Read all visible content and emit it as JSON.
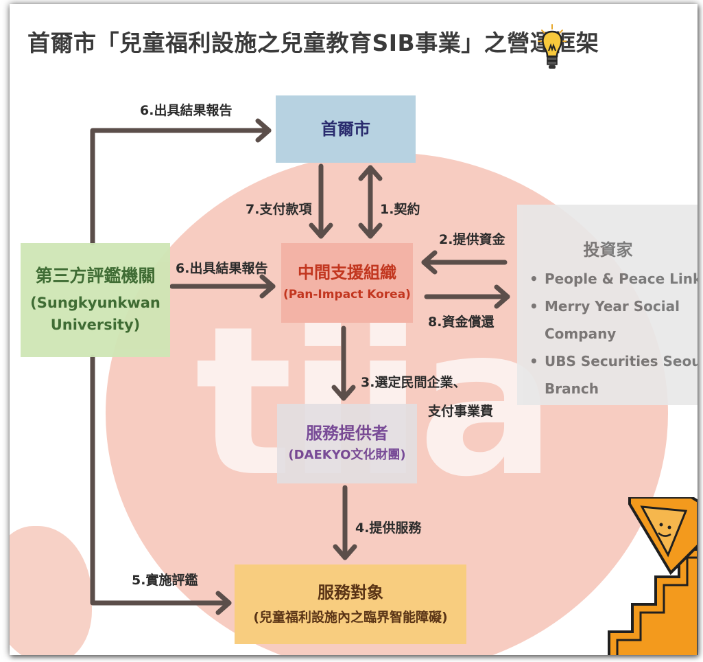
{
  "title": "首爾市「兒童福利設施之兒童教育SIB事業」之營運框架",
  "nodes": {
    "seoul": {
      "label": "首爾市"
    },
    "evaluator": {
      "label": "第三方評鑑機關",
      "sub_1": "(Sungkyunkwan",
      "sub_2": "University)"
    },
    "intermediary": {
      "label": "中間支援組織",
      "sub": "(Pan-Impact Korea)"
    },
    "provider": {
      "label": "服務提供者",
      "sub": "(DAEKYO文化財團)"
    },
    "target": {
      "label": "服務對象",
      "sub": "(兒童福利設施內之臨界智能障礙)"
    },
    "investors": {
      "label": "投資家",
      "items": [
        "People & Peace Link",
        "Merry Year Social Company",
        "UBS Securities Seoul Branch"
      ]
    }
  },
  "edges": {
    "contract": "1.契約",
    "funding": "2.提供資金",
    "select_line1": "3.選定民間企業、",
    "select_line2": "支付事業費",
    "services": "4.提供服務",
    "evaluation": "5.實施評鑑",
    "report_to_seoul": "6.出具結果報告",
    "report_to_mid": "6.出具結果報告",
    "payment": "7.支付款項",
    "repayment": "8.資金償還"
  },
  "watermark": "tiia",
  "colors": {
    "arrow": "#5b4e4a",
    "seoul_box": "#b7d2e1",
    "evaluator_box": "#cfe6b5",
    "intermediary_box": "#f3b3a6",
    "provider_box": "#e3dfe2",
    "target_box": "#f8cd7f",
    "investor_box": "#e8e8e8",
    "watermark_circle": "#f6c3b6"
  },
  "icons": [
    "lightbulb-icon",
    "stairs-climber-icon"
  ]
}
